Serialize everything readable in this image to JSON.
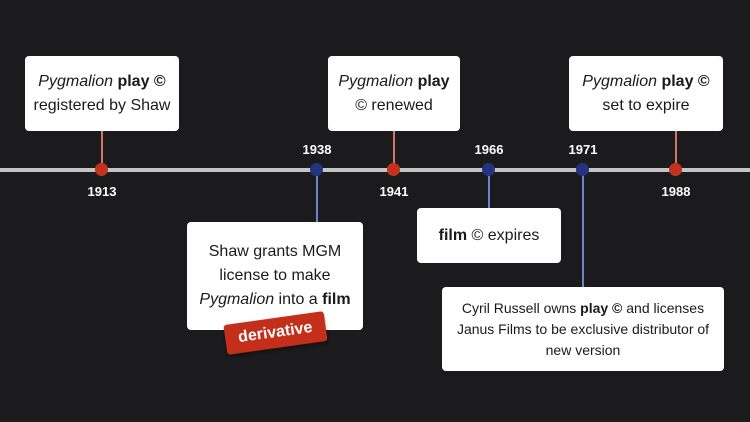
{
  "colors": {
    "background": "#1b1a1d",
    "axis": "#c4c4c4",
    "red_marker": "#c4321f",
    "blue_marker": "#22347f",
    "badge": "#c42f1c"
  },
  "timeline": {
    "events": [
      {
        "year": "1913",
        "marker": "red"
      },
      {
        "year": "1938",
        "marker": "blue"
      },
      {
        "year": "1941",
        "marker": "red"
      },
      {
        "year": "1966",
        "marker": "blue"
      },
      {
        "year": "1971",
        "marker": "blue"
      },
      {
        "year": "1988",
        "marker": "red"
      }
    ]
  },
  "cards": {
    "c1913": {
      "line1_italic": "Pygmalion",
      "line1_bold": "play ©",
      "line2": "registered by Shaw"
    },
    "c1938": {
      "line1": "Shaw grants MGM",
      "line2": "license to make",
      "line3_italic": "Pygmalion",
      "line3_text": " into a ",
      "line3_bold": "film"
    },
    "c1941": {
      "line1_italic": "Pygmalion",
      "line1_bold": "play",
      "line2": "© renewed"
    },
    "c1966": {
      "bold": "film",
      "text": " © expires"
    },
    "c1971": {
      "text1": "Cyril Russell owns ",
      "bold": "play ©",
      "text2": " and licenses Janus Films to be exclusive distributor of new version"
    },
    "c1988": {
      "line1_italic": "Pygmalion",
      "line1_bold": "play ©",
      "line2": "set to expire"
    }
  },
  "badge": {
    "label": "derivative"
  }
}
